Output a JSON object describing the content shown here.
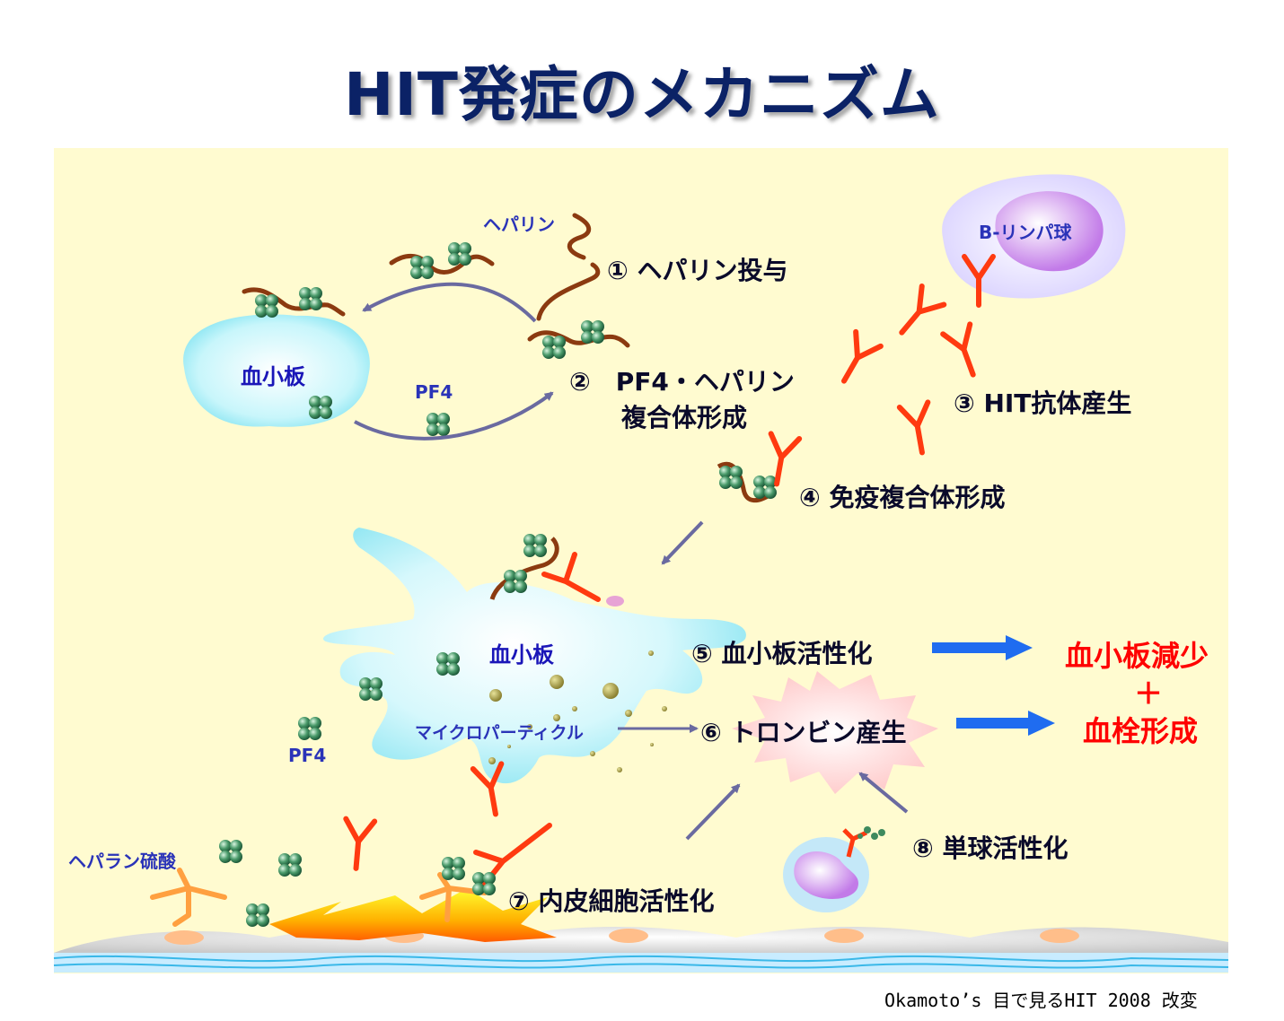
{
  "title": "HIT発症のメカニズム",
  "labels": {
    "heparin": "ヘパリン",
    "b_lymphocyte": "B-リンパ球",
    "platelet_top": "血小板",
    "pf4_top": "PF4",
    "platelet_mid": "血小板",
    "pf4_bottom": "PF4",
    "microparticle": "マイクロパーティクル",
    "heparan_sulfate": "ヘパラン硫酸"
  },
  "steps": {
    "s1": "① ヘパリン投与",
    "s2a": "②　PF4・ヘパリン",
    "s2b": "複合体形成",
    "s3": "③ HIT抗体産生",
    "s4": "④ 免疫複合体形成",
    "s5": "⑤ 血小板活性化",
    "s6": "⑥ トロンビン産生",
    "s7": "⑦ 内皮細胞活性化",
    "s8": "⑧ 単球活性化"
  },
  "results": {
    "thrombocytopenia": "血小板減少",
    "plus": "＋",
    "thrombosis": "血栓形成"
  },
  "credit": "Okamoto’s 目で見るHIT 2008 改変",
  "colors": {
    "title": "#0b2266",
    "panel_bg": "#fffbd0",
    "platelet": "#a8f0f8",
    "antibody": "#ff3a10",
    "heparin": "#8b3a10",
    "pf4": "#3e8a5e",
    "arrow": "#6a6aa0",
    "result_arrow": "#1f6cf0",
    "result_text": "#ff0000"
  }
}
